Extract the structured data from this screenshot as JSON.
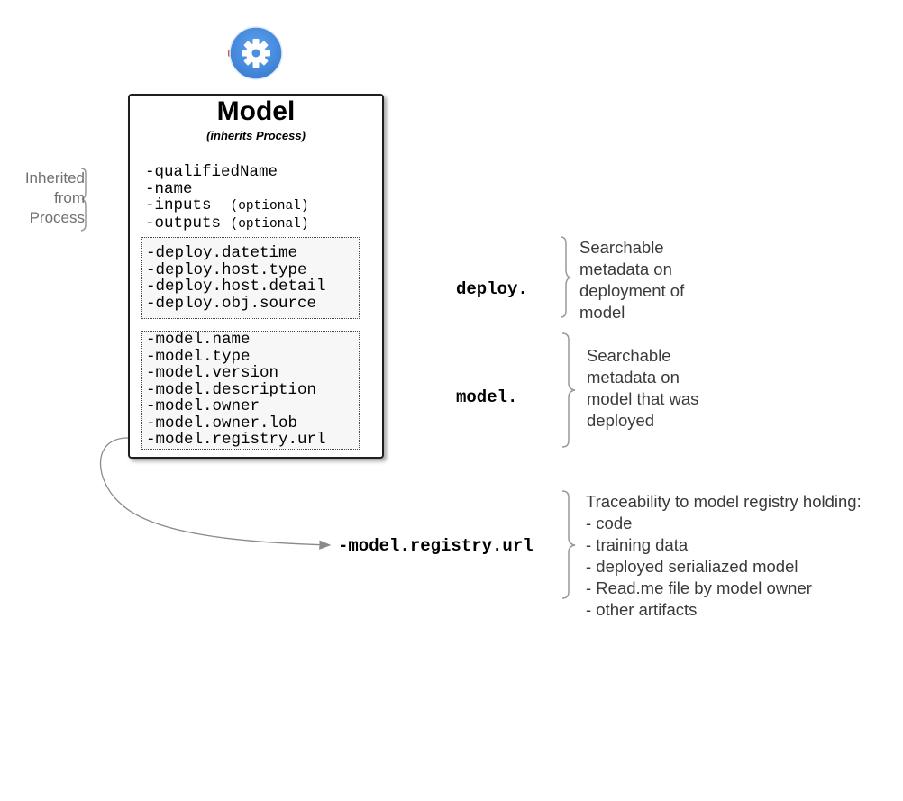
{
  "header": {
    "icon": "gear-icon",
    "icon_color": "#4a90e2"
  },
  "card": {
    "title": "Model",
    "subtitle": "(inherits Process)",
    "inherited_attrs": [
      {
        "name": "-qualifiedName",
        "note": ""
      },
      {
        "name": "-name",
        "note": ""
      },
      {
        "name": "-inputs",
        "note": "(optional)"
      },
      {
        "name": "-outputs",
        "note": "(optional)"
      }
    ],
    "deploy_attrs": [
      "-deploy.datetime",
      "-deploy.host.type",
      "-deploy.host.detail",
      "-deploy.obj.source"
    ],
    "model_attrs": [
      "-model.name",
      "-model.type",
      "-model.version",
      "-model.description",
      "-model.owner",
      "-model.owner.lob",
      "-model.registry.url"
    ]
  },
  "left_label": {
    "lines": [
      "Inherited",
      "from",
      "Process"
    ]
  },
  "annotations": {
    "deploy": {
      "prefix": "deploy.",
      "lines": [
        "Searchable",
        "metadata on",
        "deployment of",
        "model"
      ]
    },
    "model": {
      "prefix": "model.",
      "lines": [
        "Searchable",
        "metadata on",
        "model that was",
        "deployed"
      ]
    },
    "registry": {
      "prefix": "-model.registry.url",
      "lines": [
        "Traceability to model registry holding:",
        "-  code",
        "- training data",
        "- deployed serialiazed model",
        "- Read.me file by model owner",
        "- other artifacts"
      ]
    }
  },
  "colors": {
    "brace": "#999999",
    "arrow": "#8a8a8a",
    "desc_text": "#3a3a3a"
  }
}
